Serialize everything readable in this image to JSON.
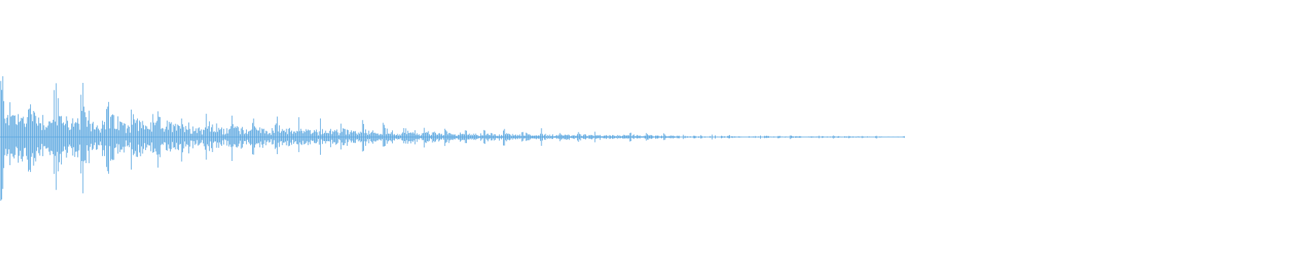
{
  "waveform": {
    "color": "#5aa7e0",
    "background": "#ffffff",
    "description_visible_text": "",
    "peak_amplitude": 1.0,
    "decay": "exponential",
    "active_fraction": 0.56,
    "burst_count": 34
  }
}
